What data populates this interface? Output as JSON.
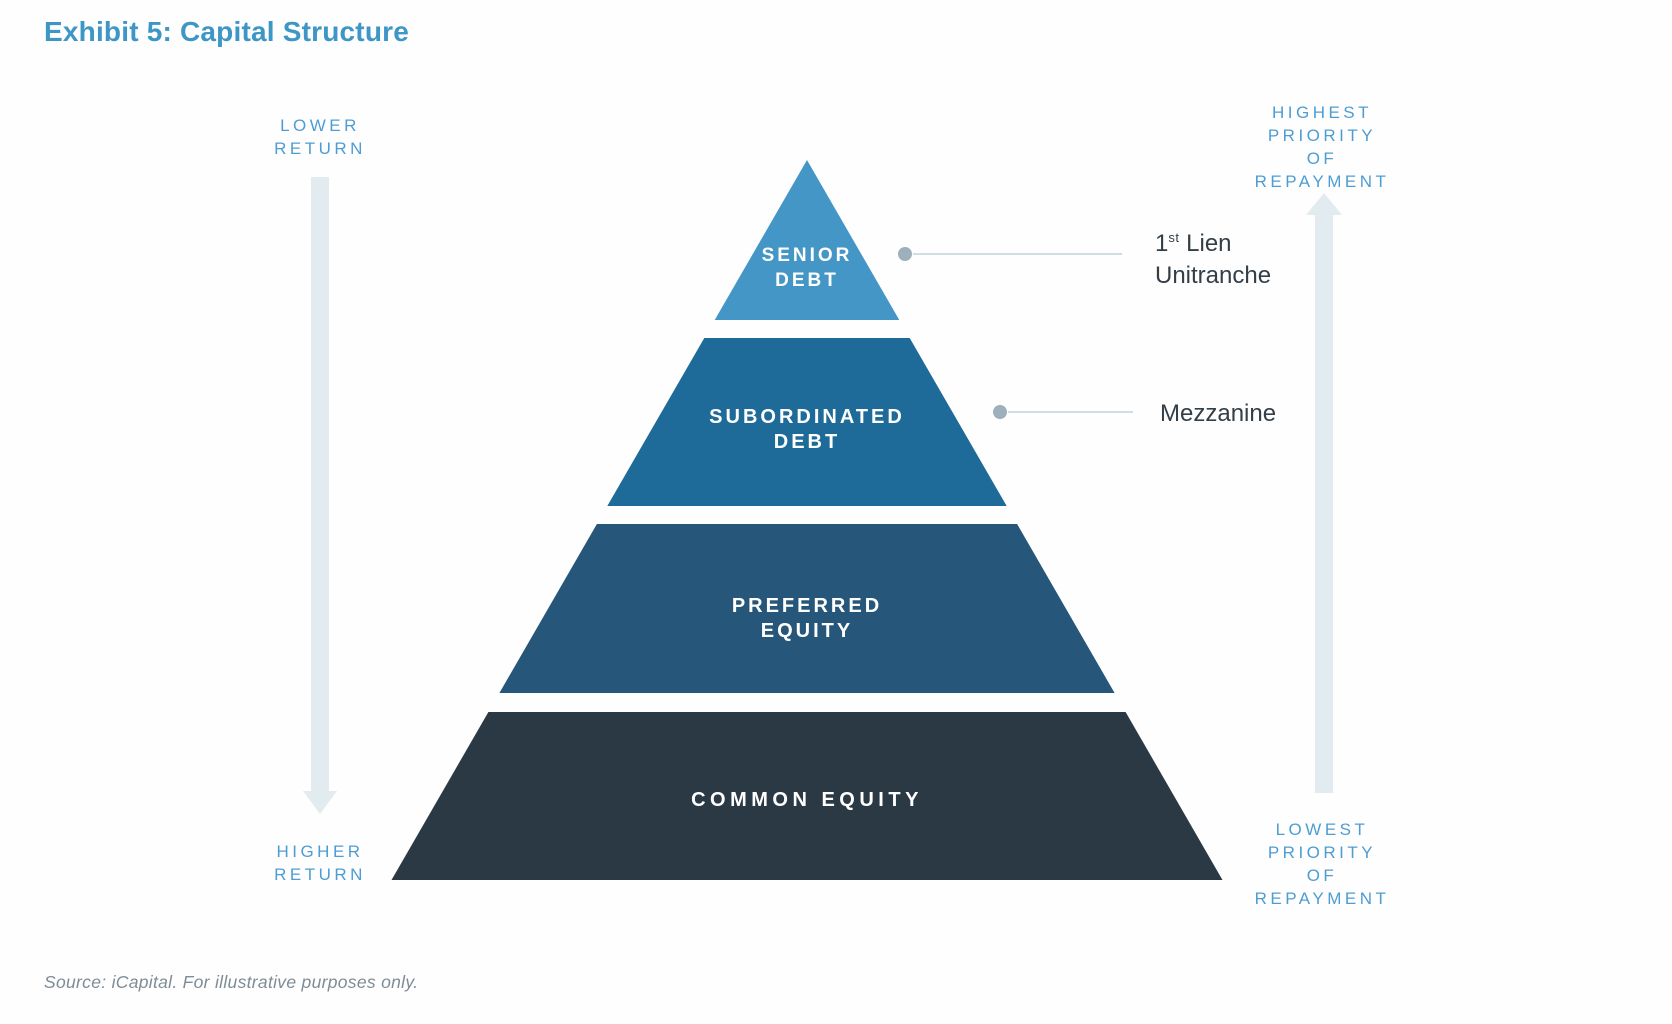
{
  "title": "Exhibit 5: Capital Structure",
  "source_note": "Source: iCapital. For illustrative purposes only.",
  "colors": {
    "title_text": "#3d96c6",
    "axis_label_text": "#4d9dd3",
    "tier_label_text": "#ffffff",
    "annotation_text": "#323e48",
    "source_text": "#7e8c96",
    "arrow_fill": "#e2ebef",
    "connector_line": "#c2d1da",
    "connector_dot": "#9fb0bd"
  },
  "left_axis": {
    "arrow_direction": "down",
    "top_label": {
      "lines": [
        "LOWER",
        "RETURN"
      ]
    },
    "bottom_label": {
      "lines": [
        "HIGHER",
        "RETURN"
      ]
    }
  },
  "right_axis": {
    "arrow_direction": "up",
    "top_label": {
      "lines": [
        "HIGHEST",
        "PRIORITY",
        "OF",
        "REPAYMENT"
      ]
    },
    "bottom_label": {
      "lines": [
        "LOWEST",
        "PRIORITY",
        "OF",
        "REPAYMENT"
      ]
    }
  },
  "pyramid": {
    "tiers": [
      {
        "id": "senior-debt",
        "lines": [
          "SENIOR",
          "DEBT"
        ],
        "color": "#4496c6"
      },
      {
        "id": "subordinated-debt",
        "lines": [
          "SUBORDINATED",
          "DEBT"
        ],
        "color": "#1e6b99"
      },
      {
        "id": "preferred-equity",
        "lines": [
          "PREFERRED",
          "EQUITY"
        ],
        "color": "#26567a"
      },
      {
        "id": "common-equity",
        "lines": [
          "COMMON EQUITY"
        ],
        "color": "#2b3944"
      }
    ]
  },
  "annotations": {
    "first_lien": {
      "prefix": "1",
      "sup": "st",
      "suffix": " Lien",
      "line2": "Unitranche",
      "points_to": "SENIOR DEBT"
    },
    "mezzanine": {
      "label": "Mezzanine",
      "points_to": "SUBORDINATED DEBT"
    }
  }
}
